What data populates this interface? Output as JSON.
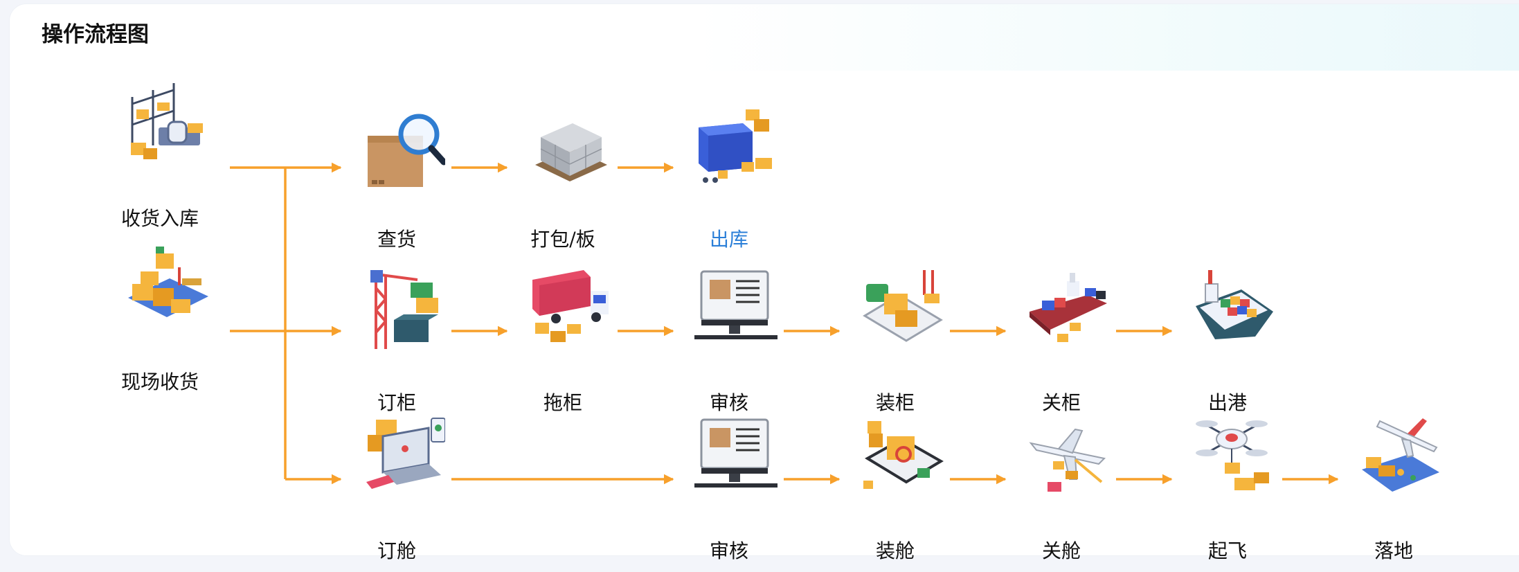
{
  "title": "操作流程图",
  "colors": {
    "arrow": "#f7a02b",
    "highlight": "#2b7fd8"
  },
  "nodes": {
    "receive": {
      "label": "收货入库",
      "icon": "warehouse-shelves-icon"
    },
    "onsite": {
      "label": "现场收货",
      "icon": "forklift-pallet-icon"
    },
    "inspect": {
      "label": "查货",
      "icon": "box-magnifier-icon"
    },
    "pack": {
      "label": "打包/板",
      "icon": "pallet-stack-icon"
    },
    "outbound": {
      "label": "出库",
      "icon": "blue-container-icon"
    },
    "book_container": {
      "label": "订柜",
      "icon": "crane-container-icon"
    },
    "tow": {
      "label": "拖柜",
      "icon": "container-truck-icon"
    },
    "review_sea": {
      "label": "审核",
      "icon": "monitor-document-icon"
    },
    "load_container": {
      "label": "装柜",
      "icon": "tablet-boxes-icon"
    },
    "close_container": {
      "label": "关柜",
      "icon": "cargo-ship-loading-icon"
    },
    "depart": {
      "label": "出港",
      "icon": "container-ship-icon"
    },
    "book_cabin": {
      "label": "订舱",
      "icon": "laptop-map-icon"
    },
    "review_air": {
      "label": "审核",
      "icon": "monitor-document-icon"
    },
    "load_cabin": {
      "label": "装舱",
      "icon": "tablet-search-icon"
    },
    "close_cabin": {
      "label": "关舱",
      "icon": "airplane-loading-icon"
    },
    "takeoff": {
      "label": "起飞",
      "icon": "drone-delivery-icon"
    },
    "land": {
      "label": "落地",
      "icon": "plane-map-icon"
    }
  }
}
